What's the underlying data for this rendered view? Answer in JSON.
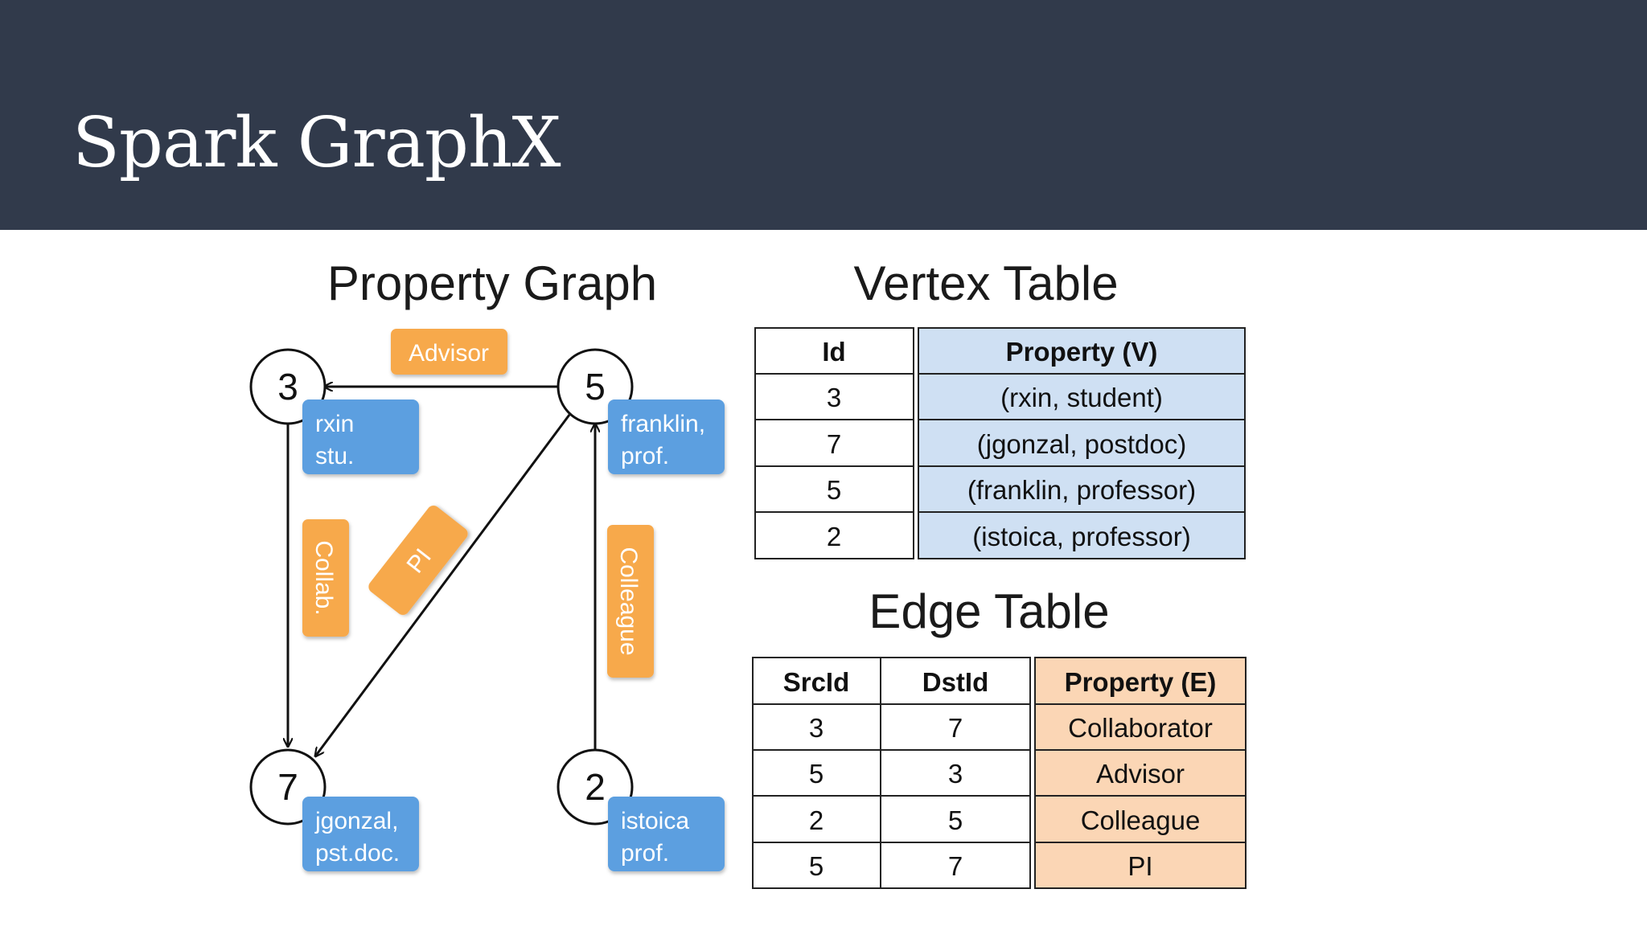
{
  "slide": {
    "title": "Spark GraphX"
  },
  "property_graph": {
    "title": "Property Graph",
    "nodes": [
      {
        "id": "3",
        "props": [
          "rxin",
          "stu."
        ]
      },
      {
        "id": "5",
        "props": [
          "franklin,",
          "prof."
        ]
      },
      {
        "id": "7",
        "props": [
          "jgonzal,",
          "pst.doc."
        ]
      },
      {
        "id": "2",
        "props": [
          "istoica",
          "prof."
        ]
      }
    ],
    "edges": [
      {
        "label": "Advisor"
      },
      {
        "label": "Collab."
      },
      {
        "label": "PI"
      },
      {
        "label": "Colleague"
      }
    ]
  },
  "vertex_table": {
    "title": "Vertex Table",
    "headers": [
      "Id",
      "Property (V)"
    ],
    "rows": [
      [
        "3",
        "(rxin, student)"
      ],
      [
        "7",
        "(jgonzal, postdoc)"
      ],
      [
        "5",
        "(franklin, professor)"
      ],
      [
        "2",
        "(istoica, professor)"
      ]
    ]
  },
  "edge_table": {
    "title": "Edge Table",
    "headers": [
      "SrcId",
      "DstId",
      "Property (E)"
    ],
    "rows": [
      [
        "3",
        "7",
        "Collaborator"
      ],
      [
        "5",
        "3",
        "Advisor"
      ],
      [
        "2",
        "5",
        "Colleague"
      ],
      [
        "5",
        "7",
        "PI"
      ]
    ]
  },
  "colors": {
    "header_bg": "#313a4b",
    "vertex_prop_blue": "#5b9fe0",
    "edge_label_orange": "#f7a94c",
    "vertex_table_fill": "#cfe0f3",
    "edge_table_fill": "#fbd6b5"
  }
}
